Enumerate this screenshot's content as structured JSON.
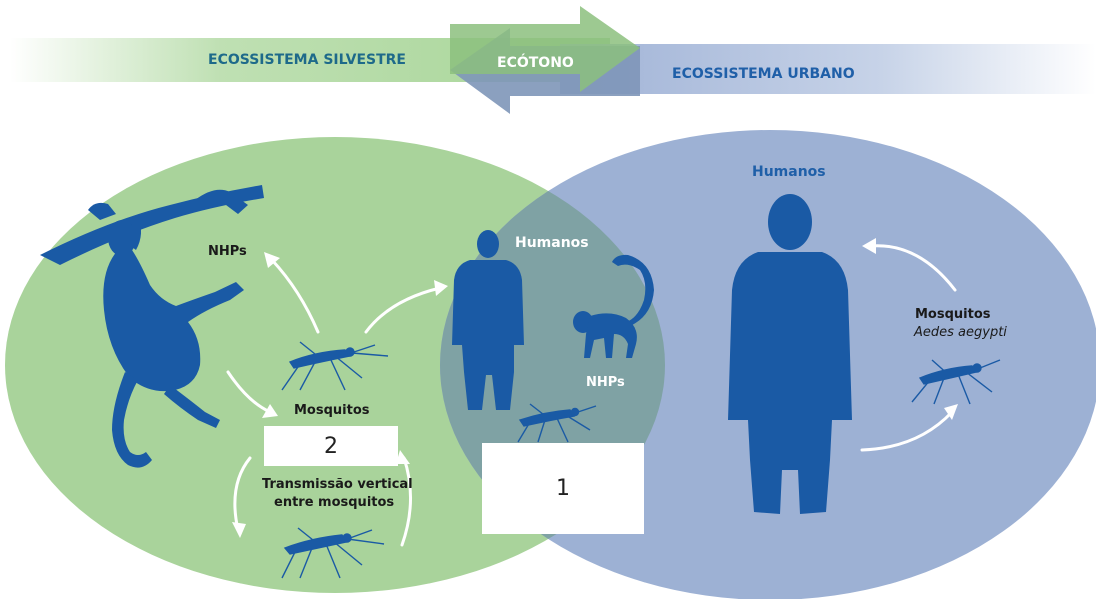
{
  "header": {
    "left_label": "ECOSSISTEMA SILVESTRE",
    "center_label": "ECÓTONO",
    "right_label": "ECOSSISTEMA URBANO"
  },
  "sylvatic": {
    "nhps_label": "NHPs",
    "mosquitos_label": "Mosquitos",
    "vertical_line1": "Transmissão vertical",
    "vertical_line2": "entre mosquitos",
    "box_number": "2"
  },
  "ecotone": {
    "humanos_label": "Humanos",
    "nhps_label": "NHPs",
    "box_number": "1"
  },
  "urban": {
    "humanos_label": "Humanos",
    "mosquitos_label": "Mosquitos",
    "species_label": "Aedes aegypti"
  },
  "colors": {
    "green": "#a9d39b",
    "blue": "#9db1d4",
    "overlap": "#7fa2a4",
    "silhouette": "#1a5aa5",
    "label_blue": "#1f5fa8",
    "label_teal": "#1e6a8a"
  }
}
